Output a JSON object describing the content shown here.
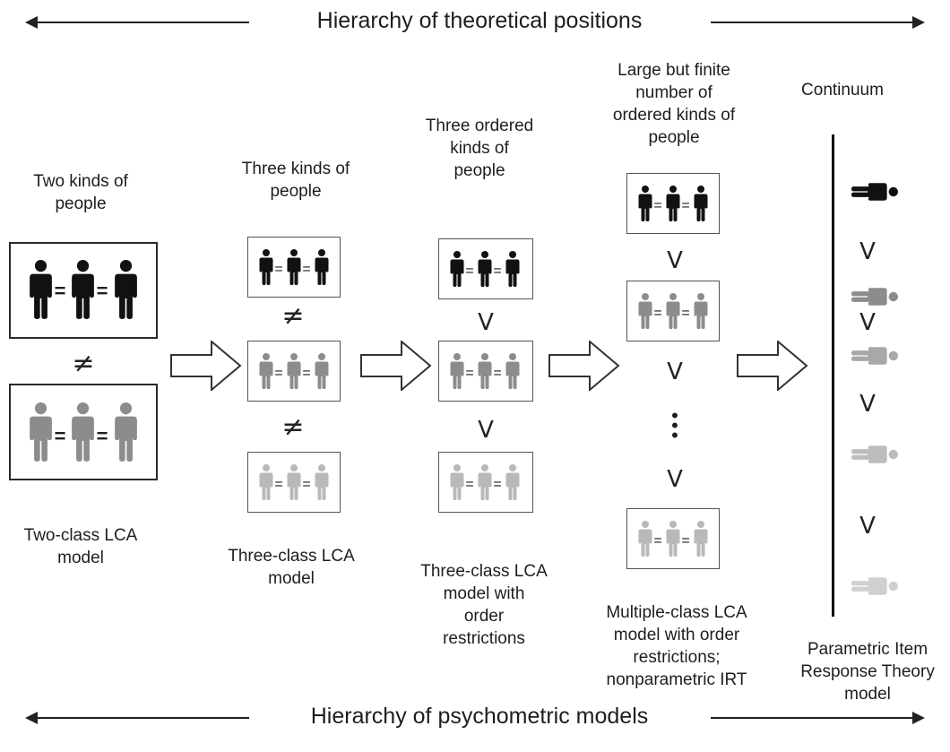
{
  "header": {
    "title": "Hierarchy of theoretical positions"
  },
  "footer": {
    "title": "Hierarchy of psychometric models"
  },
  "columns": [
    {
      "top_label": "Two kinds of\npeople",
      "bottom_label": "Two-class LCA\nmodel"
    },
    {
      "top_label": "Three kinds of\npeople",
      "bottom_label": "Three-class LCA\nmodel"
    },
    {
      "top_label": "Three ordered\nkinds of\npeople",
      "bottom_label": "Three-class LCA\nmodel with\norder\nrestrictions"
    },
    {
      "top_label": "Large but finite\nnumber of\nordered kinds of\npeople",
      "bottom_label": "Multiple-class LCA\nmodel with order\nrestrictions;\nnonparametric IRT"
    },
    {
      "top_label": "Continuum",
      "bottom_label": "Parametric Item\nResponse Theory\nmodel"
    }
  ],
  "symbols": {
    "not_equal": "≠",
    "greater": "V",
    "equal": "="
  },
  "colors": {
    "class1": "#111111",
    "class2": "#8c8c8c",
    "class3": "#b9b9b9",
    "class4": "#d0d0d0"
  }
}
